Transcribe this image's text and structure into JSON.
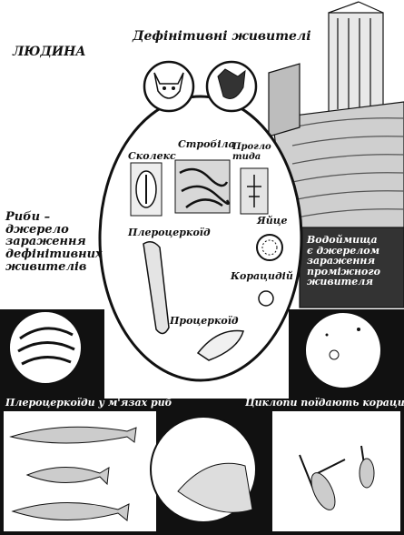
{
  "labels": {
    "human": "ЛЮДИНА",
    "definitive_hosts": "Дефінітивні живителі",
    "fish_source_line1": "Риби –",
    "fish_source_line2": "джерело",
    "fish_source_line3": "зараження",
    "fish_source_line4": "дефінітивних",
    "fish_source_line5": "живителів",
    "water_line1": "Водоймища",
    "water_line2": "є джерелом",
    "water_line3": "зараження",
    "water_line4": "проміжного",
    "water_line5": "живителя",
    "scolex": "Сколекс",
    "strobila": "Стробіла",
    "proglottid": "Прогло тида",
    "egg": "Яйце",
    "plerocercoid": "Плероцеркоїд",
    "coracidium": "Корацидій",
    "procercoid": "Процеркоїд",
    "plerocercoid_in_fish": "Плероцеркоїди у м'язах риб",
    "cyclops_eat": "Циклопи поїдають корацидія"
  },
  "colors": {
    "ink": "#111111",
    "paper": "#ffffff"
  }
}
